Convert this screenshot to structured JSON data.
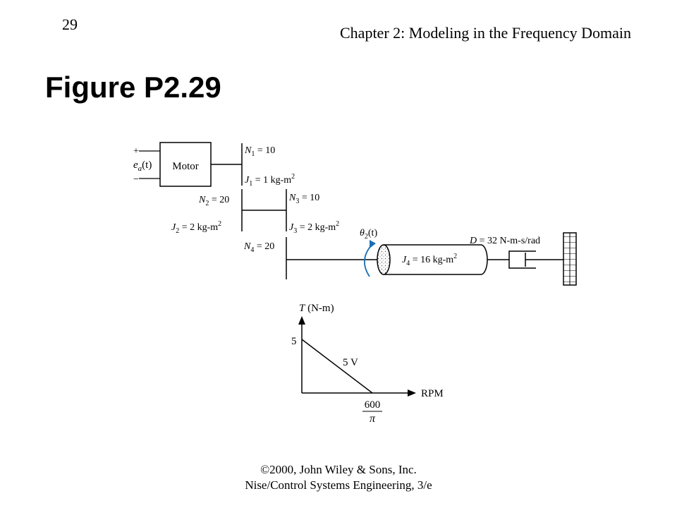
{
  "header": {
    "page_number": "29",
    "chapter": "Chapter 2: Modeling in the Frequency Domain"
  },
  "figure": {
    "title": "Figure P2.29",
    "motor_label": "Motor",
    "input_plus": "+",
    "input_minus": "−",
    "ea": "e",
    "ea_sub": "a",
    "ea_arg": "(t)",
    "n1": {
      "sym": "N",
      "sub": "1",
      "rest": " = 10"
    },
    "j1": {
      "sym": "J",
      "sub": "1",
      "rest": " = 1 kg-m",
      "sup": "2"
    },
    "n2": {
      "sym": "N",
      "sub": "2",
      "rest": " = 20"
    },
    "j2": {
      "sym": "J",
      "sub": "2",
      "rest": " = 2 kg-m",
      "sup": "2"
    },
    "n3": {
      "sym": "N",
      "sub": "3",
      "rest": " = 10"
    },
    "j3": {
      "sym": "J",
      "sub": "3",
      "rest": " = 2 kg-m",
      "sup": "2"
    },
    "n4": {
      "sym": "N",
      "sub": "4",
      "rest": " = 20"
    },
    "j4": {
      "sym": "J",
      "sub": "4",
      "rest": " = 16 kg-m",
      "sup": "2"
    },
    "theta": {
      "sym": "θ",
      "sub": "2",
      "rest": "(t)"
    },
    "damper": {
      "sym": "D",
      "rest": " = 32 N-m-s/rad"
    },
    "accent_color": "#1a6fb5"
  },
  "chart_data": {
    "type": "line",
    "title": "",
    "ylabel": {
      "sym": "T",
      "rest": " (N-m)"
    },
    "xlabel": "RPM",
    "y_tick": "5",
    "x_tick_num": "600",
    "x_tick_den": "π",
    "series": [
      {
        "name": "5 V",
        "points": [
          {
            "x": 0,
            "y": 5
          },
          {
            "x": "600/π",
            "y": 0
          }
        ]
      }
    ]
  },
  "footer": {
    "line1": "©2000, John Wiley & Sons, Inc.",
    "line2": "Nise/Control Systems Engineering, 3/e"
  }
}
